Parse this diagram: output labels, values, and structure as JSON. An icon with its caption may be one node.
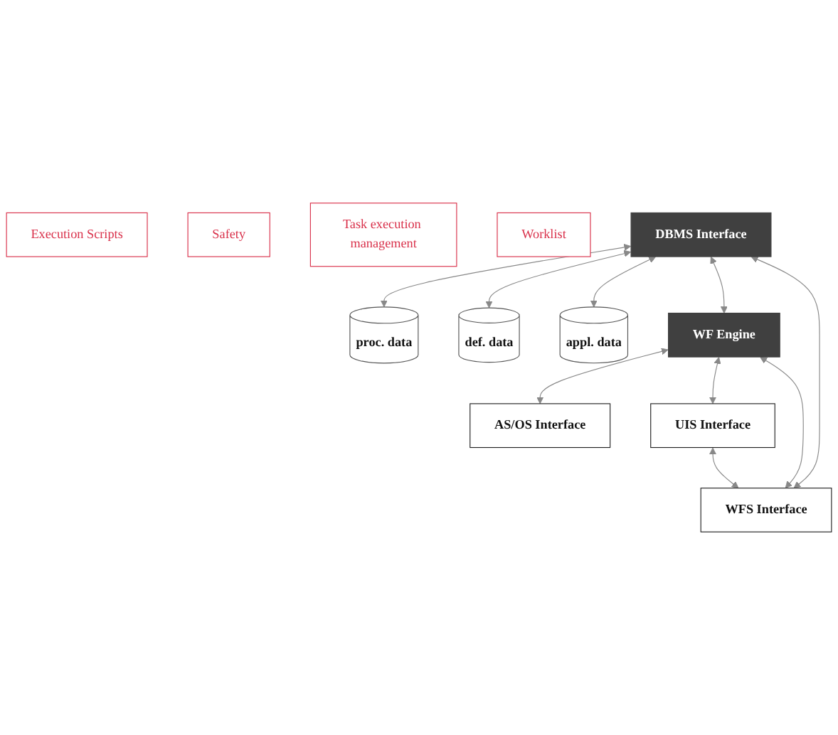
{
  "diagram": {
    "nodes": [
      {
        "text": [
          "Execution Scripts"
        ]
      },
      {
        "text": [
          "Safety"
        ]
      },
      {
        "text": [
          "Task execution management"
        ]
      },
      {
        "text": [
          "Worklist"
        ]
      },
      {
        "text": [
          "AS/OS Interface"
        ]
      },
      {
        "text": [
          "UIS Interface"
        ]
      },
      {
        "text": [
          "proc. data"
        ]
      },
      {
        "text": [
          "DBMS Interface"
        ]
      },
      {
        "text": [
          "WF Engine"
        ]
      },
      {
        "text": [
          "def. data"
        ]
      },
      {
        "text": [
          "appl. data"
        ]
      },
      {
        "text": [
          "WFS Interface"
        ]
      }
    ],
    "edges": [
      {
        "from": 7,
        "to": 6,
        "arrow": "both"
      },
      {
        "from": 7,
        "to": 9,
        "arrow": "both"
      },
      {
        "from": 7,
        "to": 10,
        "arrow": "both"
      },
      {
        "from": 7,
        "to": 8,
        "arrow": "both"
      },
      {
        "from": 8,
        "to": 4,
        "arrow": "both"
      },
      {
        "from": 8,
        "to": 5,
        "arrow": "both"
      },
      {
        "from": 8,
        "to": 11,
        "arrow": "both"
      },
      {
        "from": 7,
        "to": 11,
        "arrow": "both"
      },
      {
        "from": 5,
        "to": 11,
        "arrow": "both"
      }
    ]
  }
}
